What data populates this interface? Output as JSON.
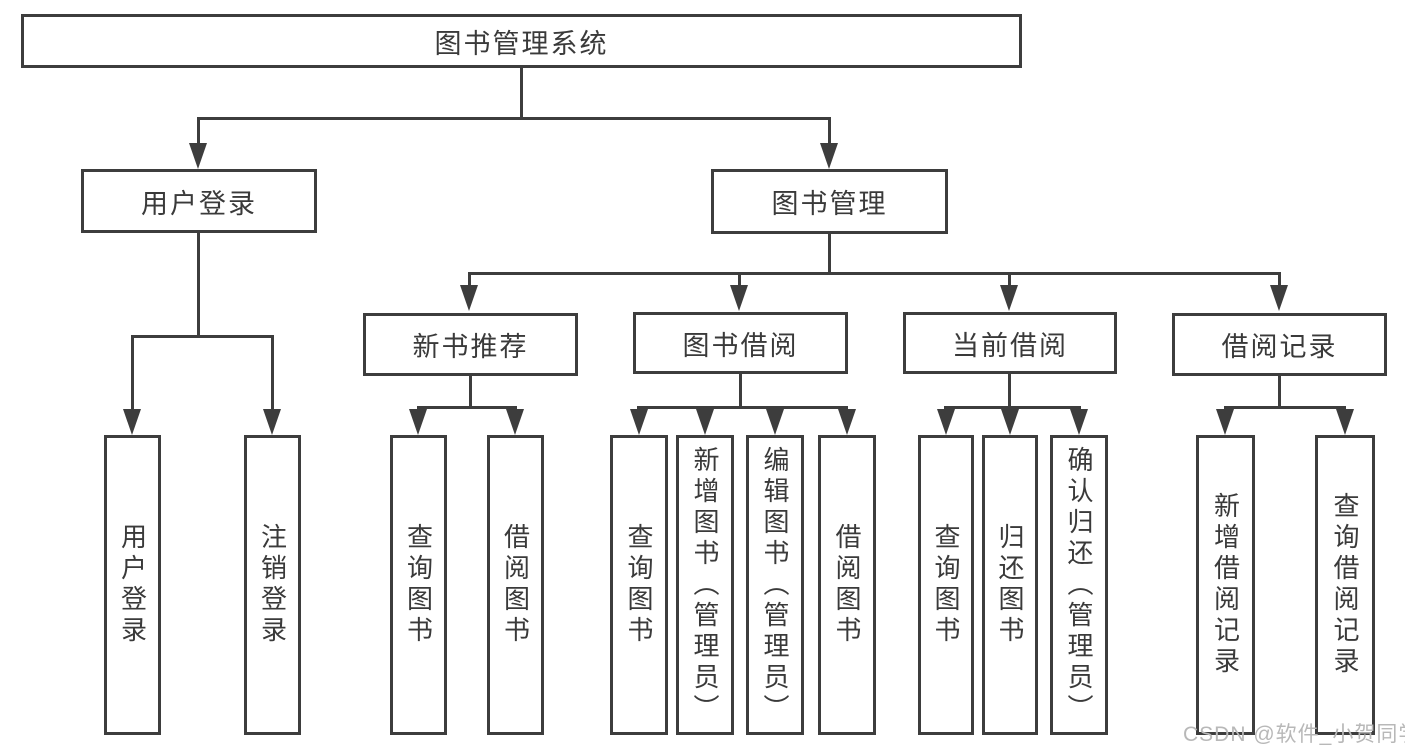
{
  "diagram": {
    "type": "hierarchy",
    "colors": {
      "line": "#3d3d3d",
      "text": "#3a3a3a",
      "watermark": "#b8b8b8",
      "background": "#ffffff"
    },
    "watermark": "CSDN @软件_小贺同学",
    "tree": {
      "label": "图书管理系统",
      "children": [
        {
          "label": "用户登录",
          "children": [
            {
              "label": "用户登录"
            },
            {
              "label": "注销登录"
            }
          ]
        },
        {
          "label": "图书管理",
          "children": [
            {
              "label": "新书推荐",
              "children": [
                {
                  "label": "查询图书"
                },
                {
                  "label": "借阅图书"
                }
              ]
            },
            {
              "label": "图书借阅",
              "children": [
                {
                  "label": "查询图书"
                },
                {
                  "label": "新增图书（管理员）"
                },
                {
                  "label": "编辑图书（管理员）"
                },
                {
                  "label": "借阅图书"
                }
              ]
            },
            {
              "label": "当前借阅",
              "children": [
                {
                  "label": "查询图书"
                },
                {
                  "label": "归还图书"
                },
                {
                  "label": "确认归还（管理员）"
                }
              ]
            },
            {
              "label": "借阅记录",
              "children": [
                {
                  "label": "新增借阅记录"
                },
                {
                  "label": "查询借阅记录"
                }
              ]
            }
          ]
        }
      ]
    }
  }
}
